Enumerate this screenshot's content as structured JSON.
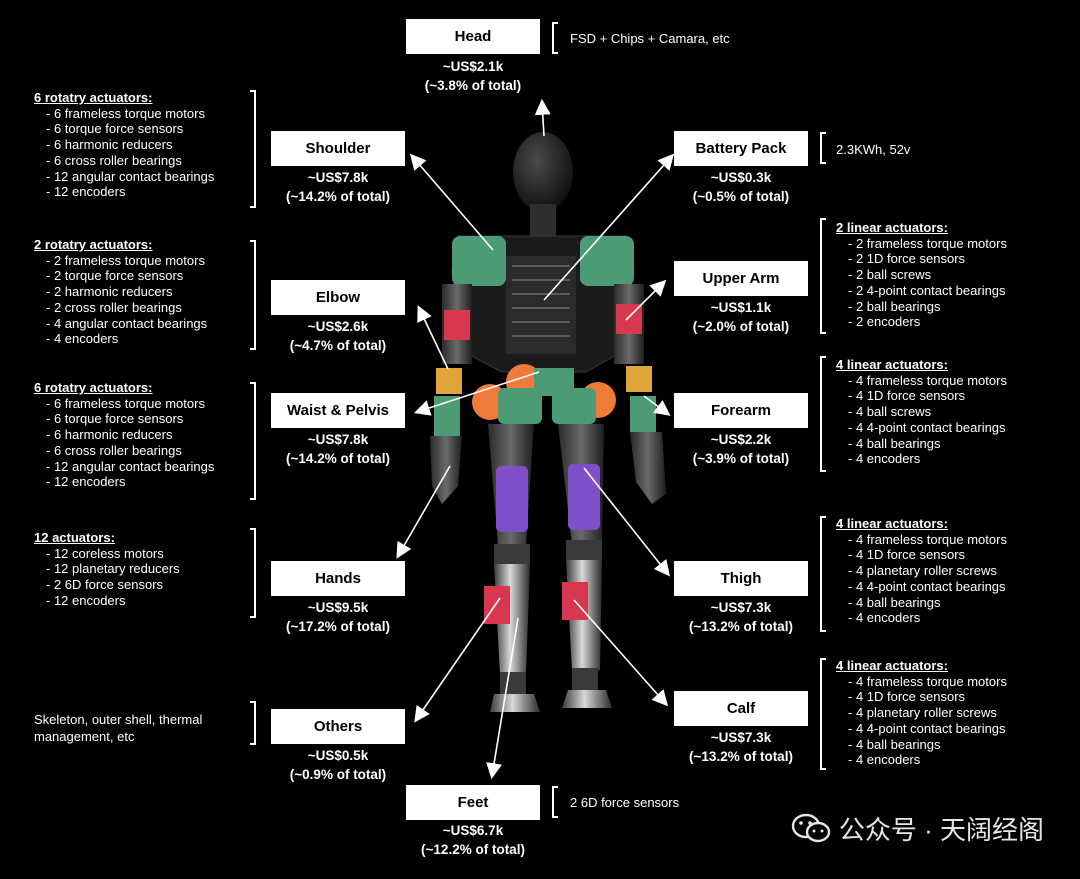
{
  "colors": {
    "background": "#000000",
    "label_fill": "#ffffff",
    "actuator_green": "#4d9b74",
    "actuator_red": "#d8384f",
    "actuator_yellow": "#e0a63a",
    "actuator_purple": "#7f4fc9",
    "actuator_orange": "#f07a3a"
  },
  "components": {
    "head": {
      "name": "Head",
      "cost": "~US$2.1k",
      "share": "(~3.8% of total)"
    },
    "shoulder": {
      "name": "Shoulder",
      "cost": "~US$7.8k",
      "share": "(~14.2% of total)"
    },
    "elbow": {
      "name": "Elbow",
      "cost": "~US$2.6k",
      "share": "(~4.7% of total)"
    },
    "waist": {
      "name": "Waist & Pelvis",
      "cost": "~US$7.8k",
      "share": "(~14.2% of total)"
    },
    "hands": {
      "name": "Hands",
      "cost": "~US$9.5k",
      "share": "(~17.2% of total)"
    },
    "others": {
      "name": "Others",
      "cost": "~US$0.5k",
      "share": "(~0.9% of total)"
    },
    "feet": {
      "name": "Feet",
      "cost": "~US$6.7k",
      "share": "(~12.2% of total)"
    },
    "battery": {
      "name": "Battery Pack",
      "cost": "~US$0.3k",
      "share": "(~0.5% of total)"
    },
    "upperarm": {
      "name": "Upper Arm",
      "cost": "~US$1.1k",
      "share": "(~2.0% of total)"
    },
    "forearm": {
      "name": "Forearm",
      "cost": "~US$2.2k",
      "share": "(~3.9% of total)"
    },
    "thigh": {
      "name": "Thigh",
      "cost": "~US$7.3k",
      "share": "(~13.2% of total)"
    },
    "calf": {
      "name": "Calf",
      "cost": "~US$7.3k",
      "share": "(~13.2% of total)"
    }
  },
  "notes": {
    "head": "FSD + Chips + Camara, etc",
    "battery": "2.3KWh, 52v",
    "feet": "2 6D force sensors",
    "others": "Skeleton, outer shell, thermal management, etc"
  },
  "specs": {
    "shoulder": {
      "header": "6 rotatry actuators:",
      "items": [
        "-  6 frameless torque motors",
        "-  6 torque force sensors",
        "-  6 harmonic reducers",
        "-  6 cross roller bearings",
        "-  12 angular contact bearings",
        "-  12 encoders"
      ]
    },
    "elbow": {
      "header": "2 rotatry actuators:",
      "items": [
        "-  2 frameless torque motors",
        "-  2 torque force sensors",
        "-  2 harmonic reducers",
        "-  2 cross roller bearings",
        "-  4 angular contact bearings",
        "-  4 encoders"
      ]
    },
    "waist": {
      "header": "6 rotatry actuators:",
      "items": [
        "-  6 frameless torque motors",
        "-  6 torque force sensors",
        "-  6 harmonic reducers",
        "-  6 cross roller bearings",
        "-  12 angular contact bearings",
        "-  12 encoders"
      ]
    },
    "hands": {
      "header": "12 actuators:",
      "items": [
        "-  12 coreless motors",
        "-  12 planetary reducers",
        "-  2 6D force sensors",
        "-  12 encoders"
      ]
    },
    "upperarm": {
      "header": "2 linear actuators:",
      "items": [
        "-  2 frameless torque motors",
        "-  2 1D force sensors",
        "-  2 ball screws",
        "-  2 4-point contact bearings",
        "-  2 ball bearings",
        "-  2 encoders"
      ]
    },
    "forearm": {
      "header": "4 linear actuators:",
      "items": [
        "-  4 frameless torque motors",
        "-  4 1D force sensors",
        "-  4 ball screws",
        "-  4 4-point contact bearings",
        "-  4 ball bearings",
        "-  4 encoders"
      ]
    },
    "thigh": {
      "header": "4 linear actuators:",
      "items": [
        "-  4 frameless torque motors",
        "-  4 1D force sensors",
        "-  4 planetary roller screws",
        "-  4 4-point contact bearings",
        "-  4 ball bearings",
        "-  4 encoders"
      ]
    },
    "calf": {
      "header": "4 linear actuators:",
      "items": [
        "-  4 frameless torque motors",
        "-  4 1D force sensors",
        "-  4 planetary roller screws",
        "-  4 4-point contact bearings",
        "-  4 ball bearings",
        "-  4 encoders"
      ]
    }
  },
  "watermark": {
    "text": "公众号 · 天阔经阁",
    "icon": "wechat-icon"
  }
}
